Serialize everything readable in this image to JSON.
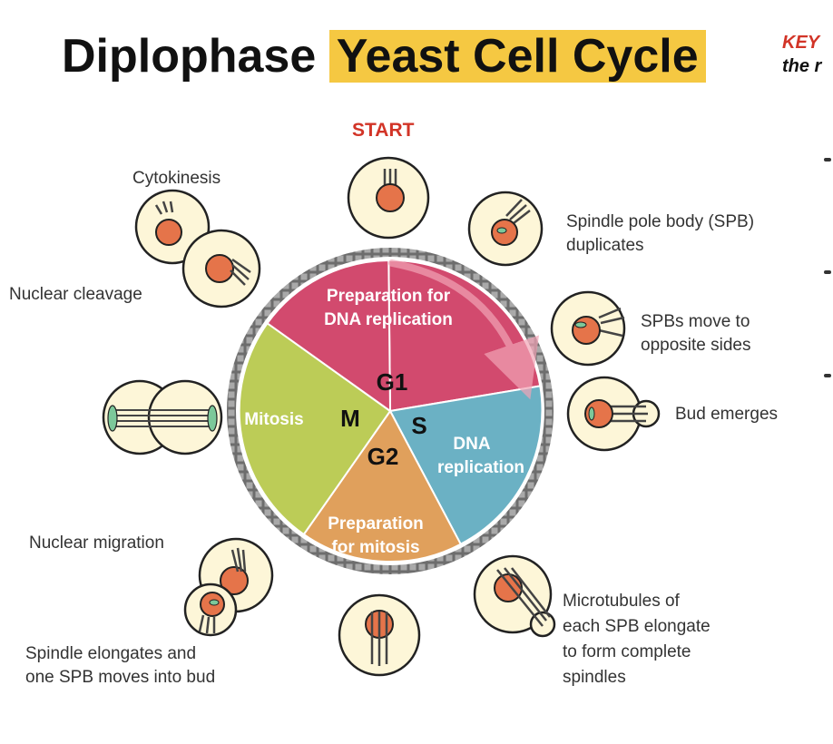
{
  "title": {
    "part1": "Diplophase",
    "part2": "Yeast Cell Cycle"
  },
  "key": {
    "label": "KEY",
    "sub": "the r"
  },
  "start_label": "START",
  "colors": {
    "highlight": "#f5c842",
    "g1": "#d24a6e",
    "s": "#6bb1c4",
    "g2": "#e0a05c",
    "m": "#bccc57",
    "start": "#d23427"
  },
  "phases": {
    "g1": {
      "letter": "G1",
      "line1": "Preparation for",
      "line2": "DNA replication"
    },
    "s": {
      "letter": "S",
      "line1": "DNA",
      "line2": "replication"
    },
    "g2": {
      "letter": "G2",
      "line1": "Preparation",
      "line2": "for mitosis"
    },
    "m": {
      "letter": "M",
      "line1": "Mitosis"
    }
  },
  "labels": {
    "cytokinesis": "Cytokinesis",
    "spb_dup_1": "Spindle pole body (SPB)",
    "spb_dup_2": "duplicates",
    "spb_move_1": "SPBs move to",
    "spb_move_2": "opposite sides",
    "bud": "Bud emerges",
    "micro_1": "Microtubules of",
    "micro_2": "each SPB elongate",
    "micro_3": "to form complete",
    "micro_4": "spindles",
    "spindle_1": "Spindle elongates and",
    "spindle_2": "one SPB moves into bud",
    "migration": "Nuclear migration",
    "cleavage": "Nuclear cleavage"
  }
}
